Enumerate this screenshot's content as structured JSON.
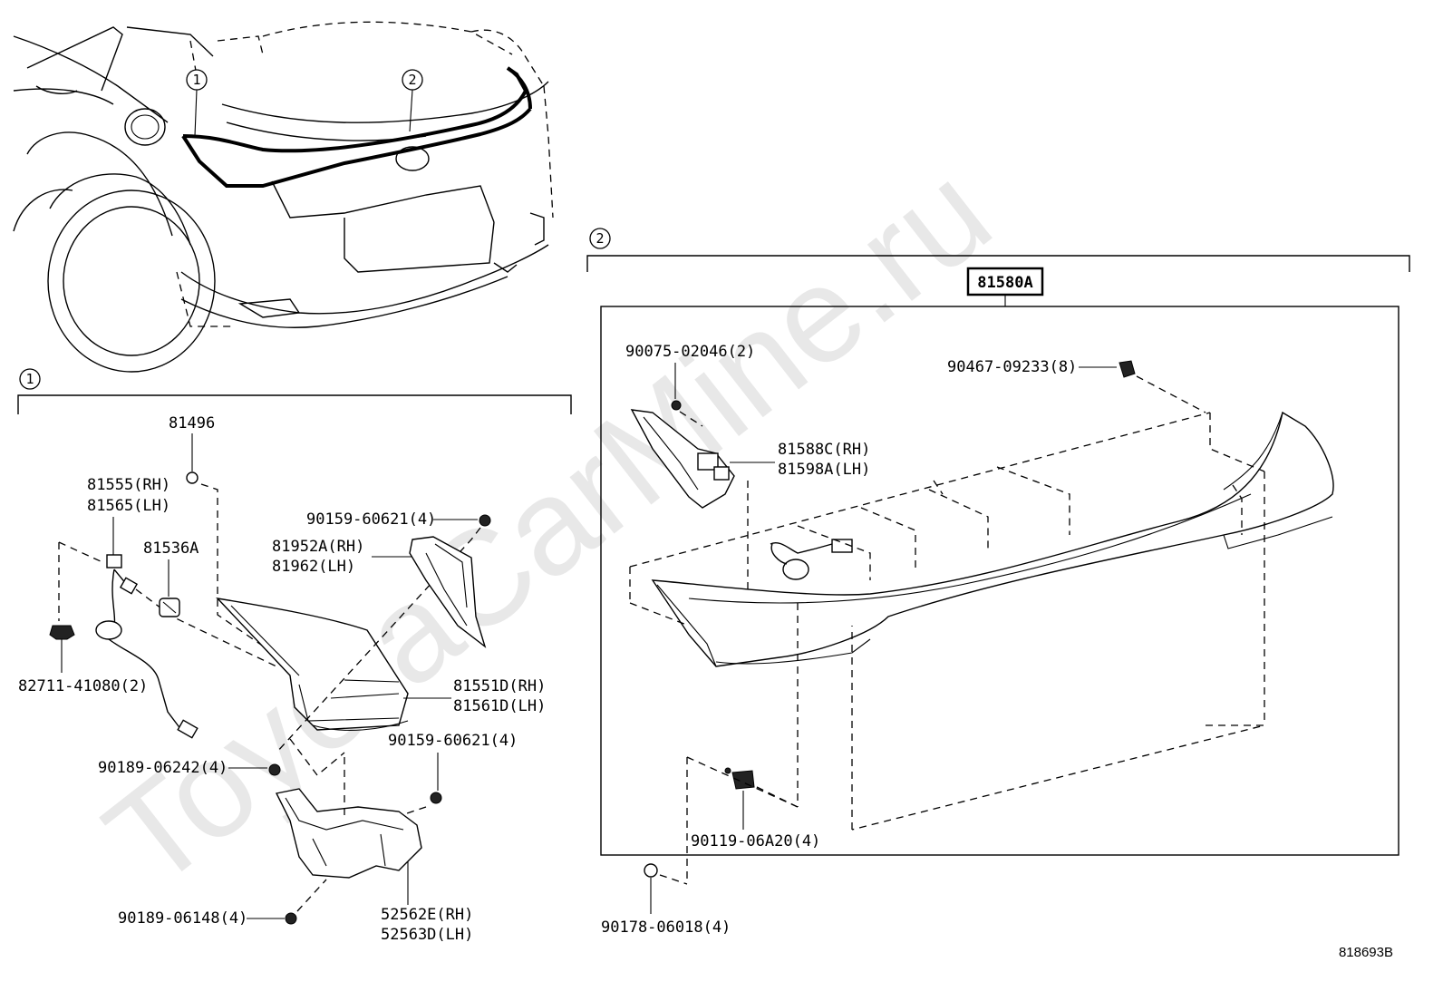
{
  "watermark": "ToyotaCarMine.ru",
  "diagram_id": "818693B",
  "callouts": {
    "one": "1",
    "two": "2"
  },
  "section1": {
    "labels": {
      "p81496": "81496",
      "p81555": "81555(RH)",
      "p81565": "81565(LH)",
      "p81536A": "81536A",
      "p82711": "82711-41080(2)",
      "p90159_a": "90159-60621(4)",
      "p81952A": "81952A(RH)",
      "p81962": "81962(LH)",
      "p81551D": "81551D(RH)",
      "p81561D": "81561D(LH)",
      "p90159_b": "90159-60621(4)",
      "p90189_06242": "90189-06242(4)",
      "p90189_06148": "90189-06148(4)",
      "p52562E": "52562E(RH)",
      "p52563D": "52563D(LH)"
    }
  },
  "section2": {
    "assembly": "81580A",
    "labels": {
      "p90075": "90075-02046(2)",
      "p90467": "90467-09233(8)",
      "p81588C": "81588C(RH)",
      "p81598A": "81598A(LH)",
      "p90119": "90119-06A20(4)",
      "p90178": "90178-06018(4)"
    }
  }
}
